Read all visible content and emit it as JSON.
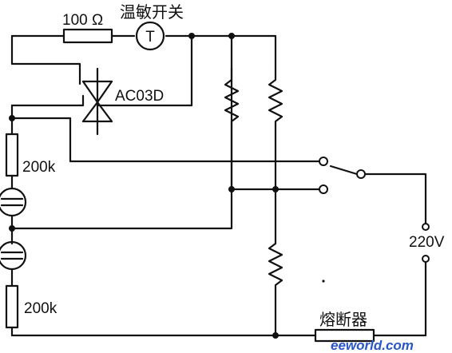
{
  "labels": {
    "thermal_switch": "温敏开关",
    "resistor_top": "100 Ω",
    "thermal_symbol": "T",
    "triac": "AC03D",
    "resistor_upper": "200k",
    "resistor_lower": "200k",
    "supply": "220V",
    "fuse": "熔断器",
    "watermark": "eeworld.com"
  }
}
